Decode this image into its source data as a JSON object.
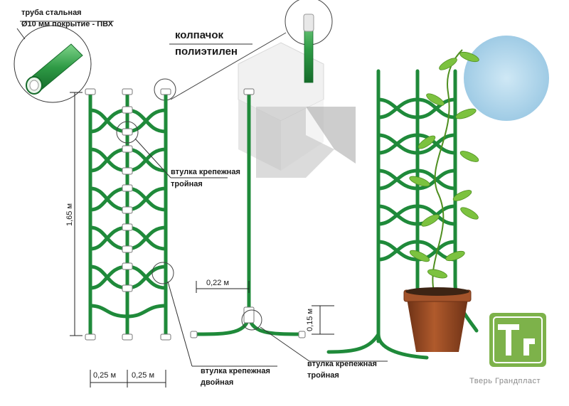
{
  "labels": {
    "pipe_line1": "труба  стальная",
    "pipe_line2": "Ø10 мм покрытие - ПВХ",
    "cap_line1": "колпачок",
    "cap_line2": "полиэтилен",
    "sleeve_triple_1_line1": "втулка крепежная",
    "sleeve_triple_1_line2": "тройная",
    "sleeve_double_line1": "втулка крепежная",
    "sleeve_double_line2": "двойная",
    "sleeve_triple_2_line1": "втулка крепежная",
    "sleeve_triple_2_line2": "тройная"
  },
  "dimensions": {
    "height": "1,65 м",
    "width_left": "0,25 м",
    "width_right": "0,25 м",
    "foot_length": "0,22 м",
    "foot_height": "0,15 м"
  },
  "brand": {
    "logo_letters": "Тr",
    "name": "Тверь Грандпласт"
  },
  "colors": {
    "pipe": "#1f8a3a",
    "pipe_light": "#5fc46e",
    "leaf": "#7cc23f",
    "pot": "#9a4a22",
    "logo": "#7db24a"
  }
}
